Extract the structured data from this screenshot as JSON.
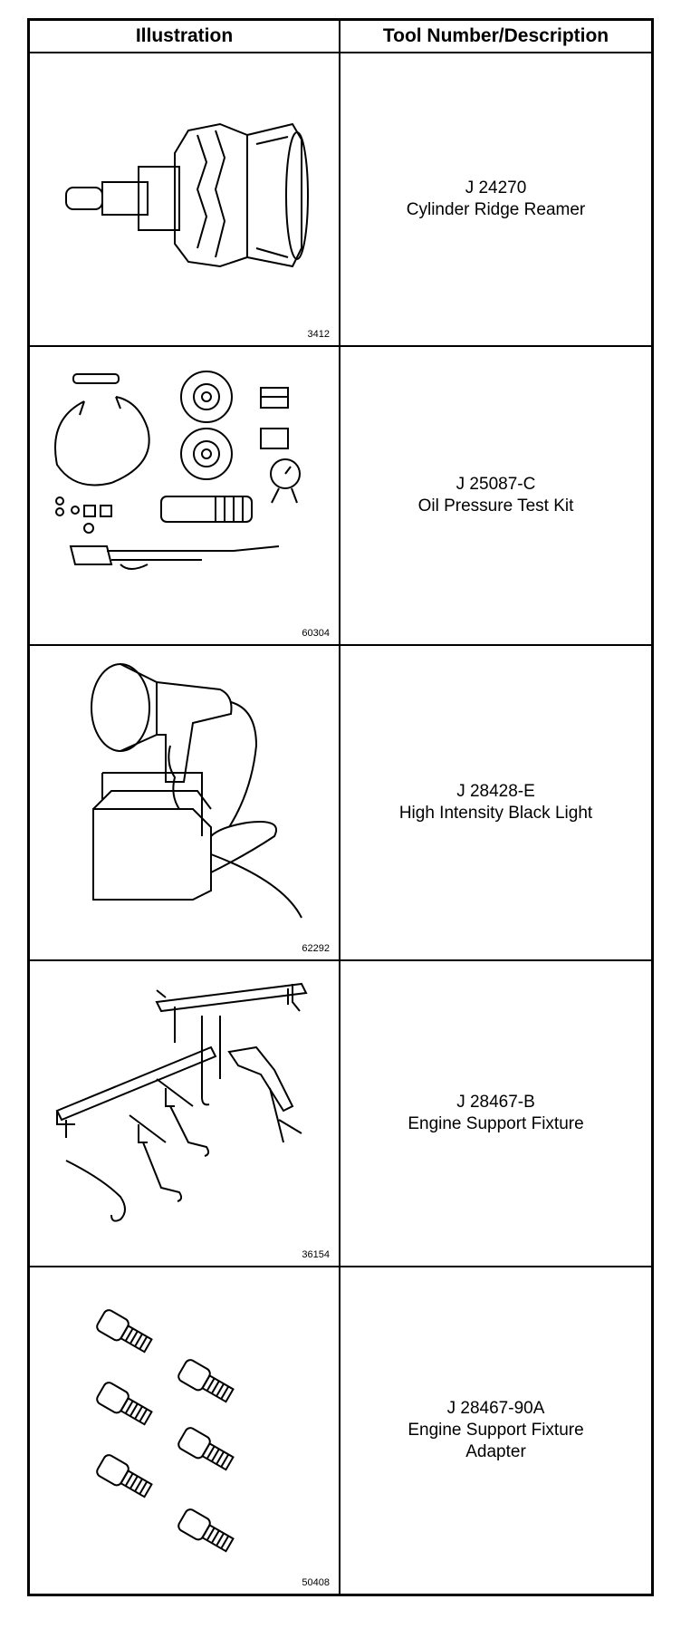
{
  "table": {
    "headers": {
      "illustration": "Illustration",
      "tool": "Tool Number/Description"
    },
    "rows": [
      {
        "figure": "3412",
        "number": "J 24270",
        "description": "Cylinder Ridge Reamer",
        "illustration_icon": "ridge-reamer-icon"
      },
      {
        "figure": "60304",
        "number": "J 25087-C",
        "description": "Oil Pressure Test Kit",
        "illustration_icon": "test-kit-icon"
      },
      {
        "figure": "62292",
        "number": "J 28428-E",
        "description": "High Intensity Black Light",
        "illustration_icon": "black-light-icon"
      },
      {
        "figure": "36154",
        "number": "J 28467-B",
        "description": "Engine Support Fixture",
        "illustration_icon": "support-fixture-icon"
      },
      {
        "figure": "50408",
        "number": "J 28467-90A",
        "description": "Engine Support Fixture",
        "description_line2": "Adapter",
        "illustration_icon": "adapter-set-icon"
      }
    ]
  }
}
